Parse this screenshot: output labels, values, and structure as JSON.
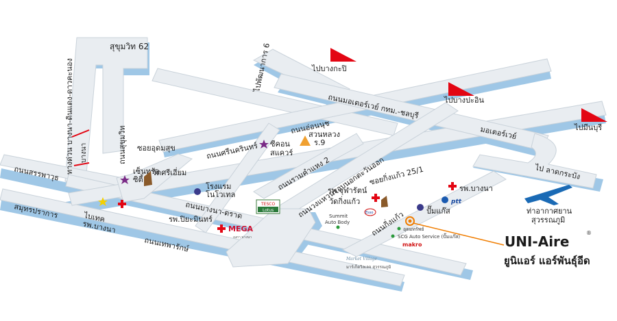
{
  "roads": {
    "sukhumvit62": "สุขุมวิท 62",
    "bangna_tiwanon": "ทางด่วน บางนา-ดินแดง-ดาวคะนอง",
    "bangna_sign": "บางนา",
    "sukhumvit": "ถนนสุขุมวิท",
    "srinakarin": "ถนนศรีนครินทร์",
    "onnut": "ถนนอ่อนนุช",
    "ramkhamhaeng2": "ถนนรามคำแหง 2",
    "motorway_chonburi": "ถนนมอเตอร์เวย์ กทม.-ชลบุรี",
    "motorway": "มอเตอร์เวย์",
    "outer_ring": "ถนนวงแหวนรอบนอกตะวันออก",
    "bangna_trad": "ถนนบางนา-ตราด",
    "thepharak": "ถนนเทพารักษ์",
    "sanphawut": "ถนนสรรพาวุธ",
    "soi_udomsuk": "ซอยอุดมสุข",
    "soi_kingkaew_25_1": "ซอยกิ่งแก้ว 25/1",
    "kingkaew": "ถนนกิ่งแก้ว",
    "samutprakan": "สมุทรปราการ",
    "lat_krabang": "ไป ลาดกระบัง",
    "phatthanakan": "ไปพัฒนาการ 6"
  },
  "destinations": {
    "bangkapi": "ไปบางกะปิ",
    "bangpakong": "ไปบางปะอิน",
    "minburi": "ไปมีนบุรี"
  },
  "places": {
    "seacon": "ซีคอน\nสแควร์",
    "suan_luang": "สวนหลวง\nร.9",
    "central_bangna": "เซ็นทรัล\nซิตี้",
    "wat_sri_iam": "วัดศรีเอี่ยม",
    "novotel": "โรงแรม\nโนโวเทล",
    "lotus_top": "TESCO",
    "lotus_bottom": "Lotus",
    "bitec": "ไบเทค",
    "bangna_hospital": "รพ.บางนา",
    "piyamin_hospital": "รพ.ปิยะมินทร์",
    "mega_logo": "MEGA",
    "mega_sub": "เมกา บางนา",
    "chularat_hospital": "รพ.จุฬารัตน์",
    "wat_kingkaew": "วัดกิ่งแก้ว",
    "summit": "Summit\nAuto Body",
    "esso": "Esso",
    "bangna2_hospital": "รพ.บางนา",
    "ptt": "ptt",
    "pump_gas": "ปั๊มแก๊ส",
    "airport": "ท่าอากาศยาน\nสุวรรณภูมิ",
    "udom": "อุดมทรัพย์",
    "scg": "SCG Auto Service (ปั๊มแก๊ส)",
    "makro": "makro",
    "market_village_logo": "Market Village",
    "market_village": "มาร์เก็ตวิลเลจ สุวรรณภูมิ"
  },
  "brand": {
    "name": "UNI-Aire",
    "name_thai": "ยูนิแอร์ แอร์พันธุ์อีด",
    "registered": "®"
  },
  "colors": {
    "road": "#e9edf1",
    "road_shadow": "#9fc7e6",
    "hospital": "#e30613",
    "destination_arrow": "#e30613",
    "landmark_star": "#7a2a86",
    "pointer": "#f07d00"
  }
}
